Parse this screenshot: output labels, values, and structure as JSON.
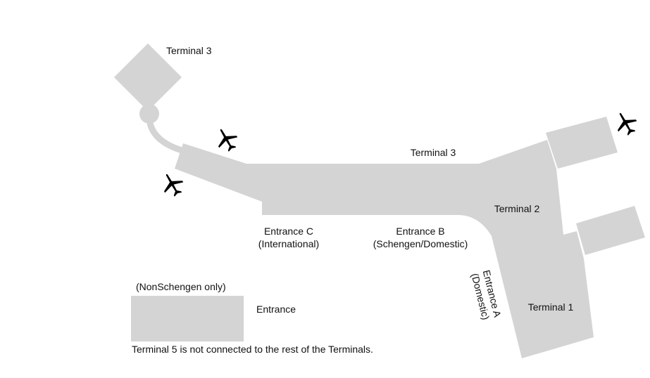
{
  "colors": {
    "building_fill": "#d4d4d4",
    "label_text": "#111111",
    "icon_outline": "#222222",
    "background": "#ffffff"
  },
  "icons": [
    "airplane-icon"
  ],
  "labels": {
    "terminal3_pier": "Terminal 3",
    "terminal3_main": "Terminal 3",
    "terminal2": "Terminal 2",
    "terminal1": "Terminal 1",
    "entrance_c": "Entrance C",
    "entrance_c_note": "(International)",
    "entrance_b": "Entrance B",
    "entrance_b_note": "(Schengen/Domestic)",
    "entrance_a": "Entrance A",
    "entrance_a_note": "(Domestic)"
  },
  "terminal5": {
    "note": "(NonSchengen only)",
    "entrance": "Entrance",
    "footnote": "Terminal 5 is not connected to the rest of the Terminals."
  }
}
